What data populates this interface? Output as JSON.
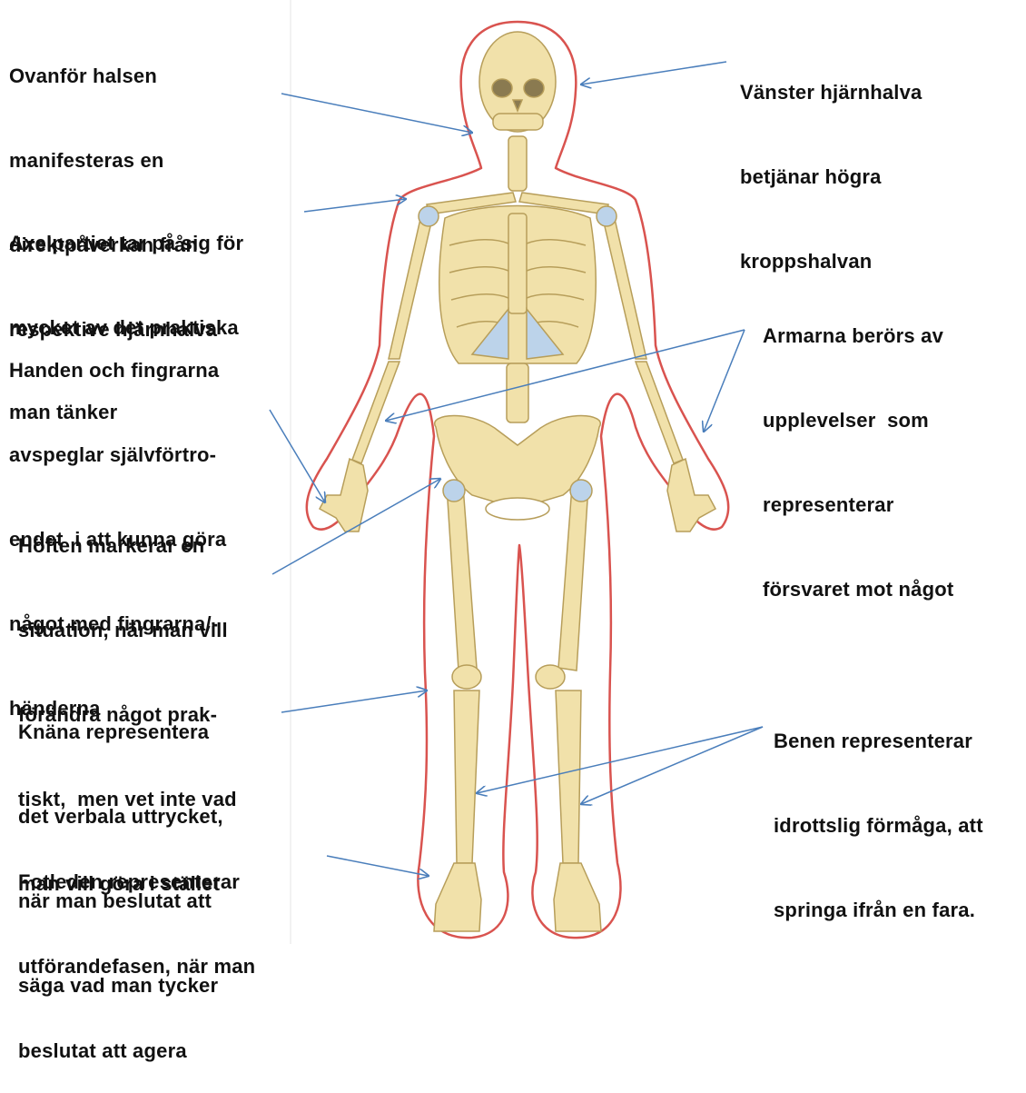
{
  "labels": {
    "above_neck": [
      "Ovanför halsen",
      "manifesteras en",
      "direktpåverkan från",
      "respektive hjärnhalva"
    ],
    "left_brain": [
      "Vänster hjärnhalva",
      "betjänar högra",
      "kroppshalvan"
    ],
    "shoulders": [
      "Axelpartiet tar på sig för",
      "mycket av det praktiska",
      "man tänker"
    ],
    "arms": [
      "Armarna berörs av",
      "upplevelser  som",
      "representerar",
      "försvaret mot något"
    ],
    "hands": [
      "Handen och fingrarna",
      "avspeglar självförtro-",
      "endet  i att kunna göra",
      "något med fingrarna/-",
      "händerna"
    ],
    "hips": [
      "Höften markerar en",
      "situation, när man vill",
      "förändra något prak-",
      "tiskt,  men vet inte vad",
      "man vill göra i stället"
    ],
    "knees": [
      "Knäna representera",
      "det verbala uttrycket,",
      "när man beslutat att",
      "säga vad man tycker"
    ],
    "legs": [
      "Benen representerar",
      "idrottslig förmåga, att",
      "springa ifrån en fara."
    ],
    "ankles": [
      "Fotleden representerar",
      "utförandefasen, när man",
      "beslutat att agera"
    ]
  },
  "colors": {
    "bone": "#f1e1aa",
    "bone_edge": "#b79e5a",
    "cartilage": "#bcd3ea",
    "outline": "#d9534f",
    "arrow": "#4a7ebb"
  }
}
